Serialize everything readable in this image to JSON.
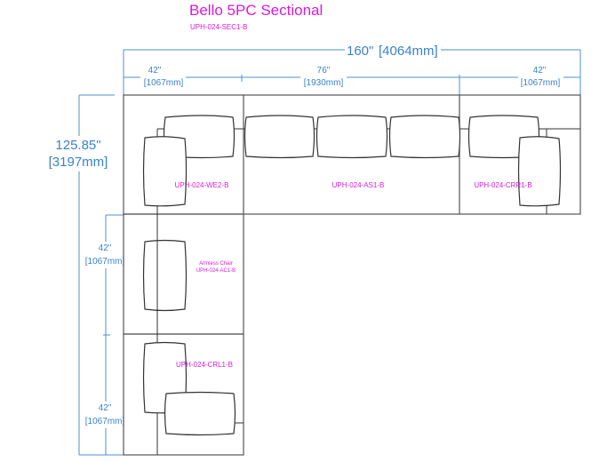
{
  "header": {
    "title": "Bello 5PC Sectional",
    "sku": "UPH-024-SEC1-B"
  },
  "dimensions": {
    "overall_width": {
      "inches": "160\"",
      "mm": "[4064mm]"
    },
    "overall_depth": {
      "inches": "125.85\"",
      "mm": "[3197mm]"
    },
    "top_left": {
      "inches": "42\"",
      "mm": "[1067mm]"
    },
    "top_middle": {
      "inches": "76\"",
      "mm": "[1930mm]"
    },
    "top_right": {
      "inches": "42\"",
      "mm": "[1067mm]"
    },
    "left_middle": {
      "inches": "42\"",
      "mm": "[1067mm]"
    },
    "left_bottom": {
      "inches": "42\"",
      "mm": "[1067mm]"
    }
  },
  "pieces": [
    {
      "label": "UPH-024-WE2-B"
    },
    {
      "label": "UPH-024-AS1-B"
    },
    {
      "label": "UPH-024-CRR1-B"
    },
    {
      "label_line1": "Armless Chair",
      "label_line2": "UPH-024-AC1-B"
    },
    {
      "label": "UPH-024-CRL1-B"
    }
  ],
  "colors": {
    "title": "#d81ad8",
    "dimension": "#3a82c8",
    "outline": "#555555"
  }
}
